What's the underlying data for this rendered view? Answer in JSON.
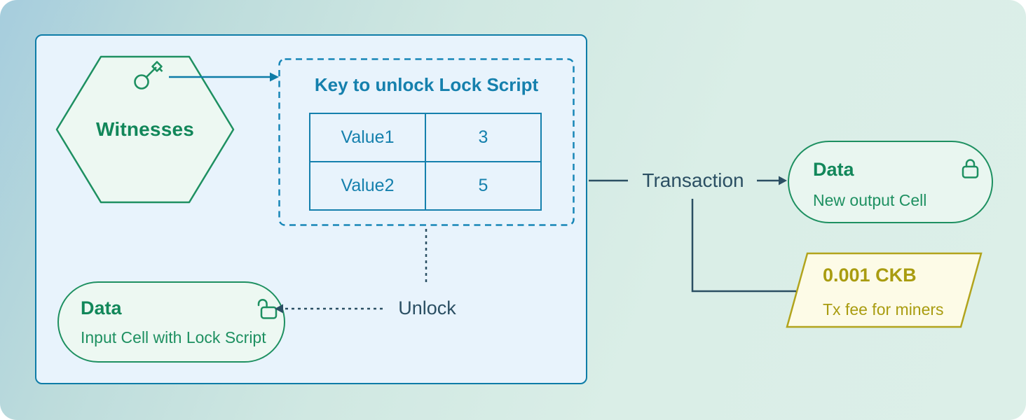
{
  "colors": {
    "accent_blue": "#1580ad",
    "accent_teal_border": "#0e7ca7",
    "accent_green": "#12875a",
    "accent_green_border": "#1e9061",
    "accent_slate": "#2b4f63",
    "accent_olive": "#a99c10",
    "fee_border": "#b2a41d",
    "fee_fill": "#fdfbe7"
  },
  "witnesses": {
    "label": "Witnesses"
  },
  "key_box": {
    "title": "Key to unlock Lock Script",
    "rows": [
      {
        "label": "Value1",
        "value": "3"
      },
      {
        "label": "Value2",
        "value": "5"
      }
    ]
  },
  "unlock": {
    "label": "Unlock"
  },
  "input_cell": {
    "title": "Data",
    "subtitle": "Input Cell with Lock Script"
  },
  "transaction": {
    "label": "Transaction"
  },
  "output_cell": {
    "title": "Data",
    "subtitle": "New output Cell"
  },
  "fee": {
    "title": "0.001 CKB",
    "subtitle": "Tx fee for miners"
  }
}
